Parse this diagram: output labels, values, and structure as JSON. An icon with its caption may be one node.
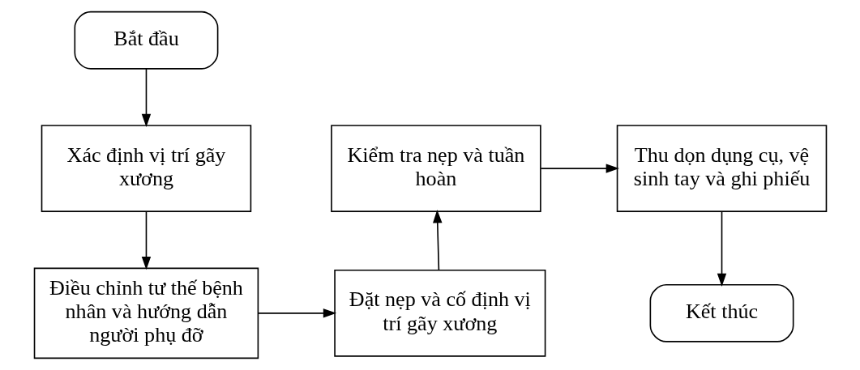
{
  "diagram": {
    "nodes": [
      {
        "text": [
          "Bắt đầu"
        ]
      },
      {
        "text": [
          "Xác định vị trí gãy xương"
        ]
      },
      {
        "text": [
          "Điều chỉnh tư thế bệnh nhân và hướng dẫn người phụ đỡ"
        ]
      },
      {
        "text": [
          "Đặt nẹp và cố định vị trí gãy xương"
        ]
      },
      {
        "text": [
          "Kiểm tra nẹp và tuần hoàn"
        ]
      },
      {
        "text": [
          "Thu dọn dụng cụ, vệ sinh tay và ghi phiếu"
        ]
      },
      {
        "text": [
          "Kết thúc"
        ]
      }
    ],
    "edges": [
      {
        "from": 0,
        "to": 1,
        "arrow": "to"
      },
      {
        "from": 1,
        "to": 2,
        "arrow": "to"
      },
      {
        "from": 2,
        "to": 3,
        "arrow": "to"
      },
      {
        "from": 3,
        "to": 4,
        "arrow": "to"
      },
      {
        "from": 4,
        "to": 5,
        "arrow": "to"
      },
      {
        "from": 5,
        "to": 6,
        "arrow": "to"
      }
    ]
  }
}
